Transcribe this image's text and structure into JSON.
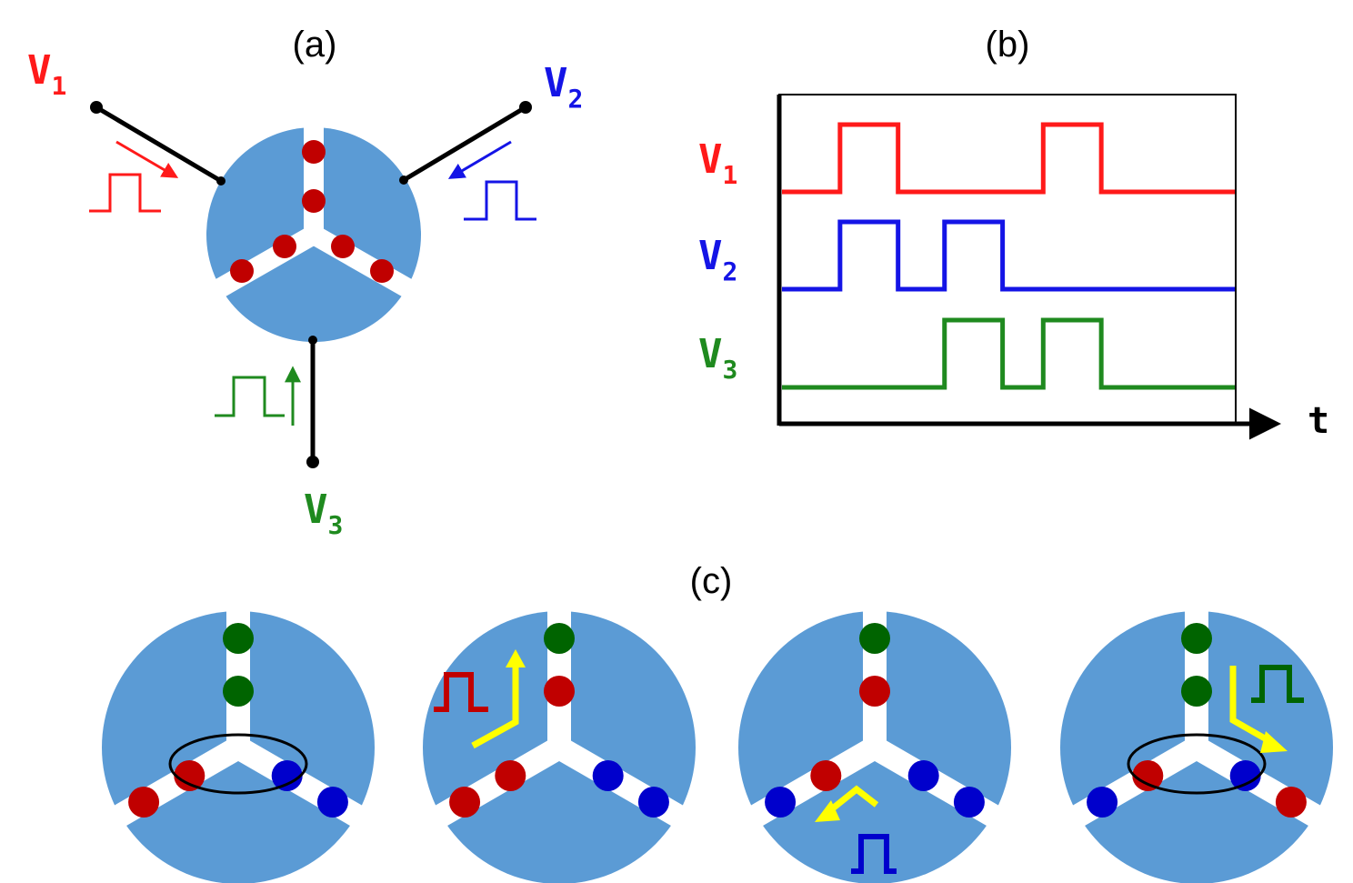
{
  "colors": {
    "red": "#ff1a1a",
    "blue": "#1414e6",
    "green": "#1f8a1f",
    "disk": "#5b9bd5",
    "dot_red": "#c00000",
    "dot_blue": "#0000cc",
    "dot_green": "#006400",
    "arrow_yellow": "#ffff00",
    "black": "#000000"
  },
  "panels": {
    "a": {
      "label": "(a)"
    },
    "b": {
      "label": "(b)"
    },
    "c": {
      "label": "(c)"
    }
  },
  "electrodes": [
    {
      "main": "V",
      "sub": "1",
      "color": "#ff1a1a"
    },
    {
      "main": "V",
      "sub": "2",
      "color": "#1414e6"
    },
    {
      "main": "V",
      "sub": "3",
      "color": "#1f8a1f"
    }
  ],
  "timing": {
    "t_label": "t",
    "units": "arbitrary",
    "signals": [
      {
        "main": "V",
        "sub": "1",
        "color": "#ff1a1a",
        "pulses": [
          [
            1.0,
            2.0
          ],
          [
            4.5,
            5.5
          ]
        ]
      },
      {
        "main": "V",
        "sub": "2",
        "color": "#1414e6",
        "pulses": [
          [
            1.0,
            2.0
          ],
          [
            2.8,
            3.8
          ]
        ]
      },
      {
        "main": "V",
        "sub": "3",
        "color": "#1f8a1f",
        "pulses": [
          [
            2.8,
            3.8
          ],
          [
            4.5,
            5.5
          ]
        ]
      }
    ],
    "t_range": [
      0,
      7.8
    ]
  },
  "sequence": [
    {
      "center": "white",
      "arms": {
        "top": [
          "green",
          "green"
        ],
        "left": [
          "red",
          "red"
        ],
        "right": [
          "blue",
          "blue"
        ]
      },
      "ellipse": true,
      "pulse": null
    },
    {
      "center": "white",
      "arms": {
        "top": [
          "green",
          "red"
        ],
        "left": [
          "red",
          "red"
        ],
        "right": [
          "blue",
          "blue"
        ]
      },
      "ellipse": false,
      "pulse": "red"
    },
    {
      "center": "white",
      "arms": {
        "top": [
          "green",
          "red"
        ],
        "left": [
          "blue",
          "red"
        ],
        "right": [
          "blue",
          "blue"
        ]
      },
      "ellipse": false,
      "pulse": "blue"
    },
    {
      "center": "white",
      "arms": {
        "top": [
          "green",
          "green"
        ],
        "left": [
          "blue",
          "red"
        ],
        "right": [
          "red",
          "blue"
        ]
      },
      "ellipse": true,
      "pulse": "green"
    }
  ]
}
